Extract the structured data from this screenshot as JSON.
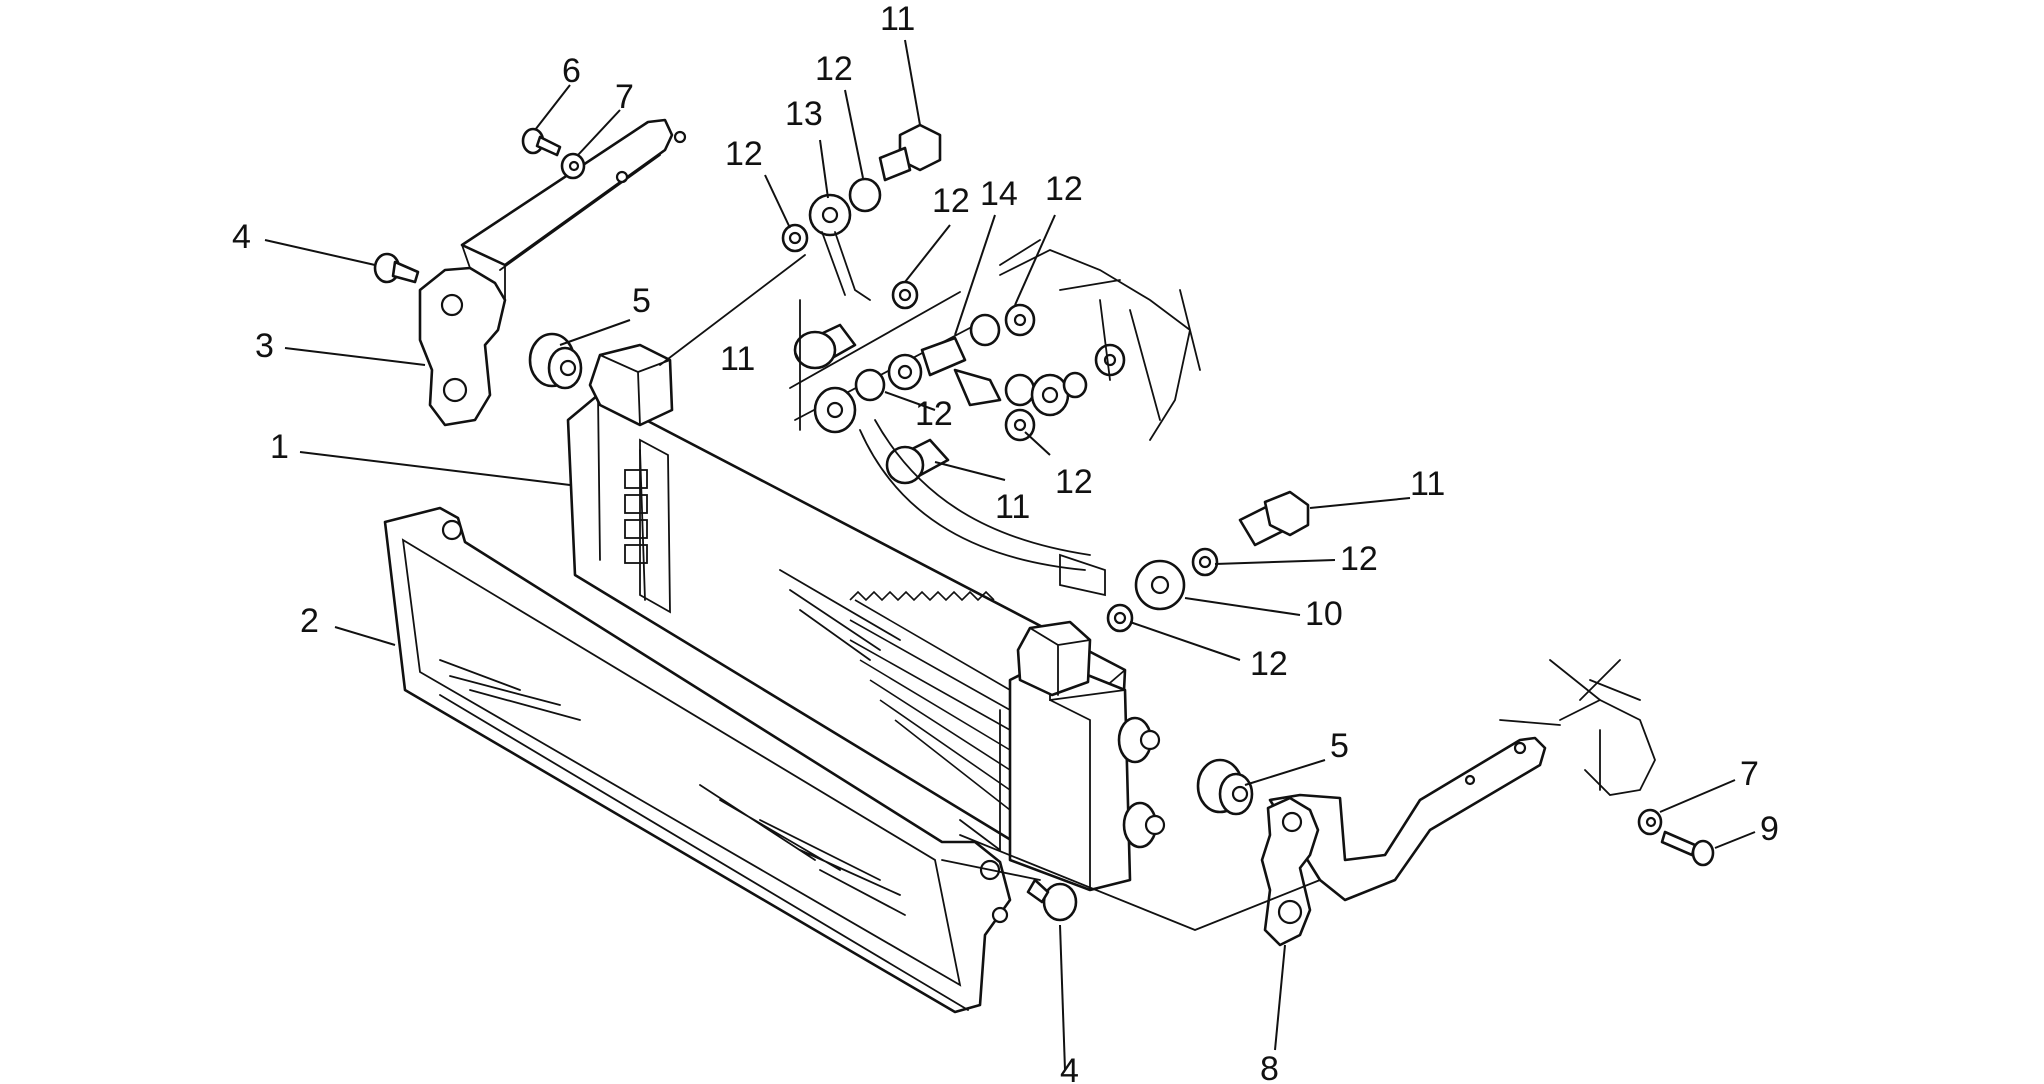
{
  "callouts": [
    {
      "id": "1",
      "text": "1"
    },
    {
      "id": "2",
      "text": "2"
    },
    {
      "id": "3",
      "text": "3"
    },
    {
      "id": "4a",
      "text": "4"
    },
    {
      "id": "4b",
      "text": "4"
    },
    {
      "id": "5a",
      "text": "5"
    },
    {
      "id": "5b",
      "text": "5"
    },
    {
      "id": "6",
      "text": "6"
    },
    {
      "id": "7a",
      "text": "7"
    },
    {
      "id": "7b",
      "text": "7"
    },
    {
      "id": "8",
      "text": "8"
    },
    {
      "id": "9",
      "text": "9"
    },
    {
      "id": "10",
      "text": "10"
    },
    {
      "id": "11a",
      "text": "11"
    },
    {
      "id": "11b",
      "text": "11"
    },
    {
      "id": "11c",
      "text": "11"
    },
    {
      "id": "11d",
      "text": "11"
    },
    {
      "id": "12a",
      "text": "12"
    },
    {
      "id": "12b",
      "text": "12"
    },
    {
      "id": "12c",
      "text": "12"
    },
    {
      "id": "12d",
      "text": "12"
    },
    {
      "id": "12e",
      "text": "12"
    },
    {
      "id": "12f",
      "text": "12"
    },
    {
      "id": "12g",
      "text": "12"
    },
    {
      "id": "12h",
      "text": "12"
    },
    {
      "id": "13",
      "text": "13"
    },
    {
      "id": "14",
      "text": "14"
    }
  ]
}
